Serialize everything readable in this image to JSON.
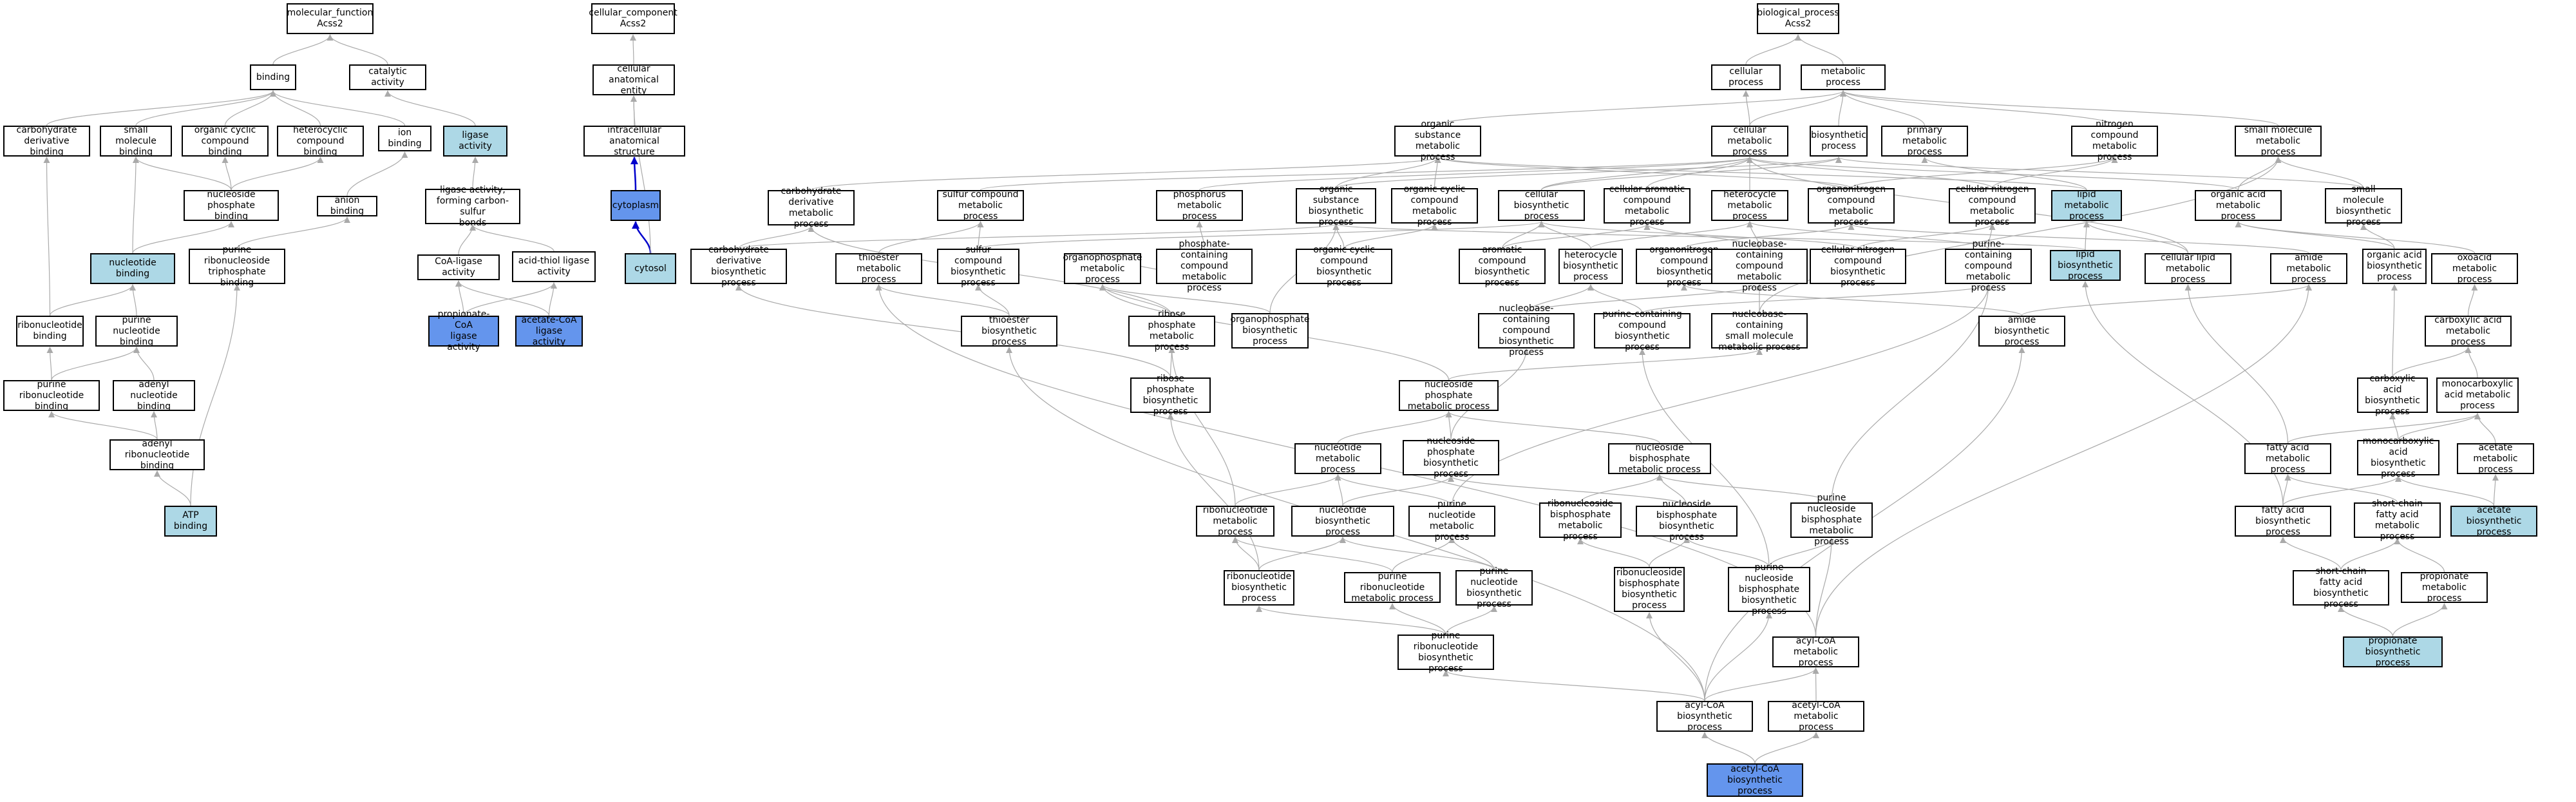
{
  "diagram": {
    "colors": {
      "light": "#add8e6",
      "blue": "#6495ed",
      "edge": "#aaaaaa",
      "edge_strong": "#0000cc"
    },
    "nodes": [
      {
        "id": "mf",
        "label": "molecular_function\nAcss2"
      },
      {
        "id": "cc",
        "label": "cellular_component\nAcss2"
      },
      {
        "id": "bp",
        "label": "biological_process\nAcss2"
      },
      {
        "id": "binding",
        "label": "binding"
      },
      {
        "id": "catalytic",
        "label": "catalytic activity"
      },
      {
        "id": "cae",
        "label": "cellular anatomical\nentity"
      },
      {
        "id": "cellproc",
        "label": "cellular process"
      },
      {
        "id": "metproc",
        "label": "metabolic process"
      },
      {
        "id": "carbbind",
        "label": "carbohydrate\nderivative binding"
      },
      {
        "id": "smbind",
        "label": "small molecule\nbinding"
      },
      {
        "id": "occb",
        "label": "organic cyclic\ncompound binding"
      },
      {
        "id": "hcb",
        "label": "heterocyclic\ncompound binding"
      },
      {
        "id": "ionbind",
        "label": "ion binding"
      },
      {
        "id": "ligase",
        "label": "ligase activity",
        "style": "light"
      },
      {
        "id": "ias",
        "label": "intracellular\nanatomical structure"
      },
      {
        "id": "osmp",
        "label": "organic substance\nmetabolic process"
      },
      {
        "id": "cmp",
        "label": "cellular metabolic\nprocess"
      },
      {
        "id": "biosyn",
        "label": "biosynthetic\nprocess"
      },
      {
        "id": "pmp",
        "label": "primary metabolic\nprocess"
      },
      {
        "id": "ncmp",
        "label": "nitrogen compound\nmetabolic process"
      },
      {
        "id": "smmp",
        "label": "small molecule\nmetabolic process"
      },
      {
        "id": "npb",
        "label": "nucleoside phosphate\nbinding"
      },
      {
        "id": "anionbind",
        "label": "anion binding"
      },
      {
        "id": "lfcs",
        "label": "ligase activity,\nforming carbon-sulfur\nbonds"
      },
      {
        "id": "cytoplasm",
        "label": "cytoplasm",
        "style": "blue"
      },
      {
        "id": "cdmp",
        "label": "carbohydrate\nderivative metabolic\nprocess"
      },
      {
        "id": "scmp",
        "label": "sulfur compound\nmetabolic process"
      },
      {
        "id": "phmp",
        "label": "phosphorus metabolic\nprocess"
      },
      {
        "id": "osbp",
        "label": "organic substance\nbiosynthetic\nprocess"
      },
      {
        "id": "occmp",
        "label": "organic cyclic\ncompound metabolic\nprocess"
      },
      {
        "id": "cbp",
        "label": "cellular biosynthetic\nprocess"
      },
      {
        "id": "cacmp",
        "label": "cellular aromatic\ncompound metabolic\nprocess"
      },
      {
        "id": "hmp",
        "label": "heterocycle\nmetabolic process"
      },
      {
        "id": "oncmp",
        "label": "organonitrogen\ncompound metabolic\nprocess"
      },
      {
        "id": "cncmp",
        "label": "cellular nitrogen\ncompound metabolic\nprocess"
      },
      {
        "id": "lipmp",
        "label": "lipid metabolic\nprocess",
        "style": "light"
      },
      {
        "id": "oamp",
        "label": "organic acid\nmetabolic process"
      },
      {
        "id": "smbp",
        "label": "small molecule\nbiosynthetic\nprocess"
      },
      {
        "id": "nucbind",
        "label": "nucleotide binding",
        "style": "light"
      },
      {
        "id": "prntb",
        "label": "purine ribonucleoside\ntriphosphate\nbinding"
      },
      {
        "id": "coal",
        "label": "CoA-ligase activity"
      },
      {
        "id": "atl",
        "label": "acid-thiol ligase\nactivity"
      },
      {
        "id": "cytosol",
        "label": "cytosol",
        "style": "light"
      },
      {
        "id": "cdbp",
        "label": "carbohydrate\nderivative biosynthetic\nprocess"
      },
      {
        "id": "temp",
        "label": "thioester metabolic\nprocess"
      },
      {
        "id": "scbp",
        "label": "sulfur compound\nbiosynthetic\nprocess"
      },
      {
        "id": "opmp",
        "label": "organophosphate\nmetabolic process"
      },
      {
        "id": "pccmp",
        "label": "phosphate-containing\ncompound metabolic\nprocess"
      },
      {
        "id": "occbp",
        "label": "organic cyclic\ncompound biosynthetic\nprocess"
      },
      {
        "id": "acbp",
        "label": "aromatic compound\nbiosynthetic\nprocess"
      },
      {
        "id": "hbp",
        "label": "heterocycle\nbiosynthetic\nprocess"
      },
      {
        "id": "oncbp",
        "label": "organonitrogen\ncompound biosynthetic\nprocess"
      },
      {
        "id": "nbccmp",
        "label": "nucleobase-containing\ncompound metabolic\nprocess"
      },
      {
        "id": "cncbp",
        "label": "cellular nitrogen\ncompound biosynthetic\nprocess"
      },
      {
        "id": "pcmp",
        "label": "purine-containing\ncompound metabolic\nprocess"
      },
      {
        "id": "lipbp",
        "label": "lipid biosynthetic\nprocess",
        "style": "light"
      },
      {
        "id": "clmp",
        "label": "cellular lipid\nmetabolic process"
      },
      {
        "id": "amidemp",
        "label": "amide metabolic\nprocess"
      },
      {
        "id": "oabp",
        "label": "organic acid\nbiosynthetic\nprocess"
      },
      {
        "id": "oxoamp",
        "label": "oxoacid metabolic\nprocess"
      },
      {
        "id": "ribonb",
        "label": "ribonucleotide\nbinding"
      },
      {
        "id": "purnb",
        "label": "purine nucleotide\nbinding"
      },
      {
        "id": "propcoa",
        "label": "propionate-CoA\nligase activity",
        "style": "blue"
      },
      {
        "id": "acecoa",
        "label": "acetate-CoA\nligase activity",
        "style": "blue"
      },
      {
        "id": "tebp",
        "label": "thioester biosynthetic\nprocess"
      },
      {
        "id": "rpmp",
        "label": "ribose phosphate\nmetabolic process"
      },
      {
        "id": "opbp",
        "label": "organophosphate\nbiosynthetic\nprocess"
      },
      {
        "id": "nbccbp",
        "label": "nucleobase-containing\ncompound biosynthetic\nprocess"
      },
      {
        "id": "pccbp",
        "label": "purine-containing\ncompound biosynthetic\nprocess"
      },
      {
        "id": "nbcsmmp",
        "label": "nucleobase-containing\nsmall molecule\nmetabolic process"
      },
      {
        "id": "amidebp",
        "label": "amide biosynthetic\nprocess"
      },
      {
        "id": "caamp",
        "label": "carboxylic acid\nmetabolic process"
      },
      {
        "id": "purrnb",
        "label": "purine ribonucleotide\nbinding"
      },
      {
        "id": "adenb",
        "label": "adenyl nucleotide\nbinding"
      },
      {
        "id": "rpbp",
        "label": "ribose phosphate\nbiosynthetic\nprocess"
      },
      {
        "id": "npmp",
        "label": "nucleoside phosphate\nmetabolic process"
      },
      {
        "id": "cabp",
        "label": "carboxylic acid\nbiosynthetic\nprocess"
      },
      {
        "id": "mcamp",
        "label": "monocarboxylic\nacid metabolic\nprocess"
      },
      {
        "id": "adenrb",
        "label": "adenyl ribonucleotide\nbinding"
      },
      {
        "id": "nucmp",
        "label": "nucleotide metabolic\nprocess"
      },
      {
        "id": "npbp",
        "label": "nucleoside phosphate\nbiosynthetic\nprocess"
      },
      {
        "id": "nbpmp",
        "label": "nucleoside bisphosphate\nmetabolic process"
      },
      {
        "id": "famp",
        "label": "fatty acid metabolic\nprocess"
      },
      {
        "id": "mcabp",
        "label": "monocarboxylic\nacid biosynthetic\nprocess"
      },
      {
        "id": "acemp",
        "label": "acetate metabolic\nprocess"
      },
      {
        "id": "atp",
        "label": "ATP binding",
        "style": "light"
      },
      {
        "id": "rnmp",
        "label": "ribonucleotide\nmetabolic process"
      },
      {
        "id": "nucbp",
        "label": "nucleotide biosynthetic\nprocess"
      },
      {
        "id": "purnmp",
        "label": "purine nucleotide\nmetabolic process"
      },
      {
        "id": "rnbpmp",
        "label": "ribonucleoside\nbisphosphate\nmetabolic process"
      },
      {
        "id": "nbpbp",
        "label": "nucleoside bisphosphate\nbiosynthetic\nprocess"
      },
      {
        "id": "pnbpmp",
        "label": "purine nucleoside\nbisphosphate\nmetabolic process"
      },
      {
        "id": "fabp",
        "label": "fatty acid biosynthetic\nprocess"
      },
      {
        "id": "scfamp",
        "label": "short-chain\nfatty acid metabolic\nprocess"
      },
      {
        "id": "acebp",
        "label": "acetate biosynthetic\nprocess",
        "style": "light"
      },
      {
        "id": "rnbp",
        "label": "ribonucleotide\nbiosynthetic\nprocess"
      },
      {
        "id": "purrnmp",
        "label": "purine ribonucleotide\nmetabolic process"
      },
      {
        "id": "purnbp",
        "label": "purine nucleotide\nbiosynthetic\nprocess"
      },
      {
        "id": "rnbpbp",
        "label": "ribonucleoside\nbisphosphate\nbiosynthetic\nprocess"
      },
      {
        "id": "pnbpbp",
        "label": "purine nucleoside\nbisphosphate\nbiosynthetic\nprocess"
      },
      {
        "id": "scfabp",
        "label": "short-chain\nfatty acid biosynthetic\nprocess"
      },
      {
        "id": "propmp",
        "label": "propionate metabolic\nprocess"
      },
      {
        "id": "purrnbp",
        "label": "purine ribonucleotide\nbiosynthetic\nprocess"
      },
      {
        "id": "acylcoamp",
        "label": "acyl-CoA metabolic\nprocess"
      },
      {
        "id": "propbp",
        "label": "propionate biosynthetic\nprocess",
        "style": "light"
      },
      {
        "id": "acylcoabp",
        "label": "acyl-CoA biosynthetic\nprocess"
      },
      {
        "id": "acetylcoamp",
        "label": "acetyl-CoA metabolic\nprocess"
      },
      {
        "id": "acetylcoabp",
        "label": "acetyl-CoA biosynthetic\nprocess",
        "style": "blue"
      }
    ],
    "edges": [
      [
        "binding",
        "mf"
      ],
      [
        "catalytic",
        "mf"
      ],
      [
        "cae",
        "cc"
      ],
      [
        "cellproc",
        "bp"
      ],
      [
        "metproc",
        "bp"
      ],
      [
        "carbbind",
        "binding"
      ],
      [
        "smbind",
        "binding"
      ],
      [
        "occb",
        "binding"
      ],
      [
        "hcb",
        "binding"
      ],
      [
        "ionbind",
        "binding"
      ],
      [
        "ligase",
        "catalytic"
      ],
      [
        "ias",
        "cae"
      ],
      [
        "cytoplasm",
        "ias",
        "strong"
      ],
      [
        "cytosol",
        "cytoplasm",
        "strong"
      ],
      [
        "cytosol",
        "cae"
      ],
      [
        "osmp",
        "metproc"
      ],
      [
        "cmp",
        "metproc"
      ],
      [
        "cmp",
        "cellproc"
      ],
      [
        "biosyn",
        "metproc"
      ],
      [
        "pmp",
        "metproc"
      ],
      [
        "ncmp",
        "metproc"
      ],
      [
        "smmp",
        "metproc"
      ],
      [
        "npb",
        "smbind"
      ],
      [
        "npb",
        "occb"
      ],
      [
        "npb",
        "hcb"
      ],
      [
        "anionbind",
        "ionbind"
      ],
      [
        "lfcs",
        "ligase"
      ],
      [
        "cdmp",
        "osmp"
      ],
      [
        "scmp",
        "cmp"
      ],
      [
        "phmp",
        "cmp"
      ],
      [
        "osbp",
        "osmp"
      ],
      [
        "osbp",
        "biosyn"
      ],
      [
        "occmp",
        "osmp"
      ],
      [
        "cbp",
        "cmp"
      ],
      [
        "cbp",
        "biosyn"
      ],
      [
        "cacmp",
        "cmp"
      ],
      [
        "hmp",
        "cmp"
      ],
      [
        "oncmp",
        "ncmp"
      ],
      [
        "oncmp",
        "osmp"
      ],
      [
        "cncmp",
        "cmp"
      ],
      [
        "cncmp",
        "ncmp"
      ],
      [
        "lipmp",
        "pmp"
      ],
      [
        "lipmp",
        "osmp"
      ],
      [
        "oamp",
        "smmp"
      ],
      [
        "oamp",
        "cmp"
      ],
      [
        "smbp",
        "smmp"
      ],
      [
        "smbp",
        "biosyn"
      ],
      [
        "nucbind",
        "npb"
      ],
      [
        "nucbind",
        "smbind"
      ],
      [
        "prntb",
        "anionbind"
      ],
      [
        "coal",
        "lfcs"
      ],
      [
        "atl",
        "lfcs"
      ],
      [
        "cdbp",
        "cdmp"
      ],
      [
        "cdbp",
        "osbp"
      ],
      [
        "temp",
        "scmp"
      ],
      [
        "scbp",
        "scmp"
      ],
      [
        "scbp",
        "cbp"
      ],
      [
        "opmp",
        "pccmp"
      ],
      [
        "pccmp",
        "phmp"
      ],
      [
        "occbp",
        "occmp"
      ],
      [
        "occbp",
        "osbp"
      ],
      [
        "acbp",
        "cacmp"
      ],
      [
        "acbp",
        "cbp"
      ],
      [
        "hbp",
        "hmp"
      ],
      [
        "hbp",
        "cbp"
      ],
      [
        "oncbp",
        "oncmp"
      ],
      [
        "nbccmp",
        "cacmp"
      ],
      [
        "nbccmp",
        "hmp"
      ],
      [
        "cncbp",
        "cncmp"
      ],
      [
        "cncbp",
        "cbp"
      ],
      [
        "pcmp",
        "hmp"
      ],
      [
        "pcmp",
        "cncmp"
      ],
      [
        "lipbp",
        "lipmp"
      ],
      [
        "lipbp",
        "osbp"
      ],
      [
        "clmp",
        "lipmp"
      ],
      [
        "clmp",
        "cmp"
      ],
      [
        "amidemp",
        "oncmp"
      ],
      [
        "oabp",
        "oamp"
      ],
      [
        "oabp",
        "smbp"
      ],
      [
        "oxoamp",
        "oamp"
      ],
      [
        "ribonb",
        "nucbind"
      ],
      [
        "ribonb",
        "carbbind"
      ],
      [
        "purnb",
        "nucbind"
      ],
      [
        "propcoa",
        "coal"
      ],
      [
        "propcoa",
        "atl"
      ],
      [
        "acecoa",
        "coal"
      ],
      [
        "acecoa",
        "atl"
      ],
      [
        "tebp",
        "temp"
      ],
      [
        "tebp",
        "scbp"
      ],
      [
        "rpmp",
        "cdmp"
      ],
      [
        "rpmp",
        "opmp"
      ],
      [
        "opbp",
        "opmp"
      ],
      [
        "opbp",
        "osbp"
      ],
      [
        "nbccbp",
        "nbccmp"
      ],
      [
        "nbccbp",
        "hbp"
      ],
      [
        "pccbp",
        "pcmp"
      ],
      [
        "pccbp",
        "hbp"
      ],
      [
        "nbcsmmp",
        "nbccmp"
      ],
      [
        "nbcsmmp",
        "smmp"
      ],
      [
        "amidebp",
        "amidemp"
      ],
      [
        "amidebp",
        "oncbp"
      ],
      [
        "caamp",
        "oxoamp"
      ],
      [
        "purrnb",
        "purnb"
      ],
      [
        "purrnb",
        "ribonb"
      ],
      [
        "adenb",
        "purnb"
      ],
      [
        "rpbp",
        "rpmp"
      ],
      [
        "rpbp",
        "cdbp"
      ],
      [
        "npmp",
        "nbcsmmp"
      ],
      [
        "npmp",
        "opmp"
      ],
      [
        "cabp",
        "caamp"
      ],
      [
        "cabp",
        "oabp"
      ],
      [
        "mcamp",
        "caamp"
      ],
      [
        "adenrb",
        "purrnb"
      ],
      [
        "adenrb",
        "adenb"
      ],
      [
        "atp",
        "adenrb"
      ],
      [
        "atp",
        "prntb"
      ],
      [
        "nucmp",
        "npmp"
      ],
      [
        "npbp",
        "npmp"
      ],
      [
        "npbp",
        "nbccbp"
      ],
      [
        "nbpmp",
        "npmp"
      ],
      [
        "famp",
        "mcamp"
      ],
      [
        "famp",
        "clmp"
      ],
      [
        "mcabp",
        "mcamp"
      ],
      [
        "mcabp",
        "cabp"
      ],
      [
        "acemp",
        "mcamp"
      ],
      [
        "rnmp",
        "nucmp"
      ],
      [
        "rnmp",
        "rpmp"
      ],
      [
        "nucbp",
        "nucmp"
      ],
      [
        "nucbp",
        "npbp"
      ],
      [
        "purnmp",
        "nucmp"
      ],
      [
        "purnmp",
        "pcmp"
      ],
      [
        "rnbpmp",
        "nbpmp"
      ],
      [
        "nbpbp",
        "nbpmp"
      ],
      [
        "nbpbp",
        "npbp"
      ],
      [
        "pnbpmp",
        "nbpmp"
      ],
      [
        "pnbpmp",
        "pcmp"
      ],
      [
        "fabp",
        "famp"
      ],
      [
        "fabp",
        "mcabp"
      ],
      [
        "fabp",
        "lipbp"
      ],
      [
        "scfamp",
        "famp"
      ],
      [
        "acebp",
        "acemp"
      ],
      [
        "acebp",
        "mcabp"
      ],
      [
        "rnbp",
        "rnmp"
      ],
      [
        "rnbp",
        "rpbp"
      ],
      [
        "rnbp",
        "nucbp"
      ],
      [
        "purrnmp",
        "rnmp"
      ],
      [
        "purrnmp",
        "purnmp"
      ],
      [
        "purnbp",
        "purnmp"
      ],
      [
        "purnbp",
        "nucbp"
      ],
      [
        "rnbpbp",
        "rnbpmp"
      ],
      [
        "rnbpbp",
        "nbpbp"
      ],
      [
        "pnbpbp",
        "pnbpmp"
      ],
      [
        "pnbpbp",
        "nbpbp"
      ],
      [
        "pnbpbp",
        "pccbp"
      ],
      [
        "scfabp",
        "scfamp"
      ],
      [
        "scfabp",
        "fabp"
      ],
      [
        "propmp",
        "scfamp"
      ],
      [
        "purrnbp",
        "purrnmp"
      ],
      [
        "purrnbp",
        "purnbp"
      ],
      [
        "purrnbp",
        "rnbp"
      ],
      [
        "acylcoamp",
        "temp"
      ],
      [
        "acylcoamp",
        "pnbpmp"
      ],
      [
        "acylcoamp",
        "amidemp"
      ],
      [
        "propbp",
        "propmp"
      ],
      [
        "propbp",
        "scfabp"
      ],
      [
        "acylcoabp",
        "acylcoamp"
      ],
      [
        "acylcoabp",
        "tebp"
      ],
      [
        "acylcoabp",
        "pnbpbp"
      ],
      [
        "acylcoabp",
        "rnbpbp"
      ],
      [
        "acylcoabp",
        "purrnbp"
      ],
      [
        "acylcoabp",
        "amidebp"
      ],
      [
        "acetylcoamp",
        "acylcoamp"
      ],
      [
        "acetylcoabp",
        "acylcoabp"
      ],
      [
        "acetylcoabp",
        "acetylcoamp"
      ]
    ]
  }
}
